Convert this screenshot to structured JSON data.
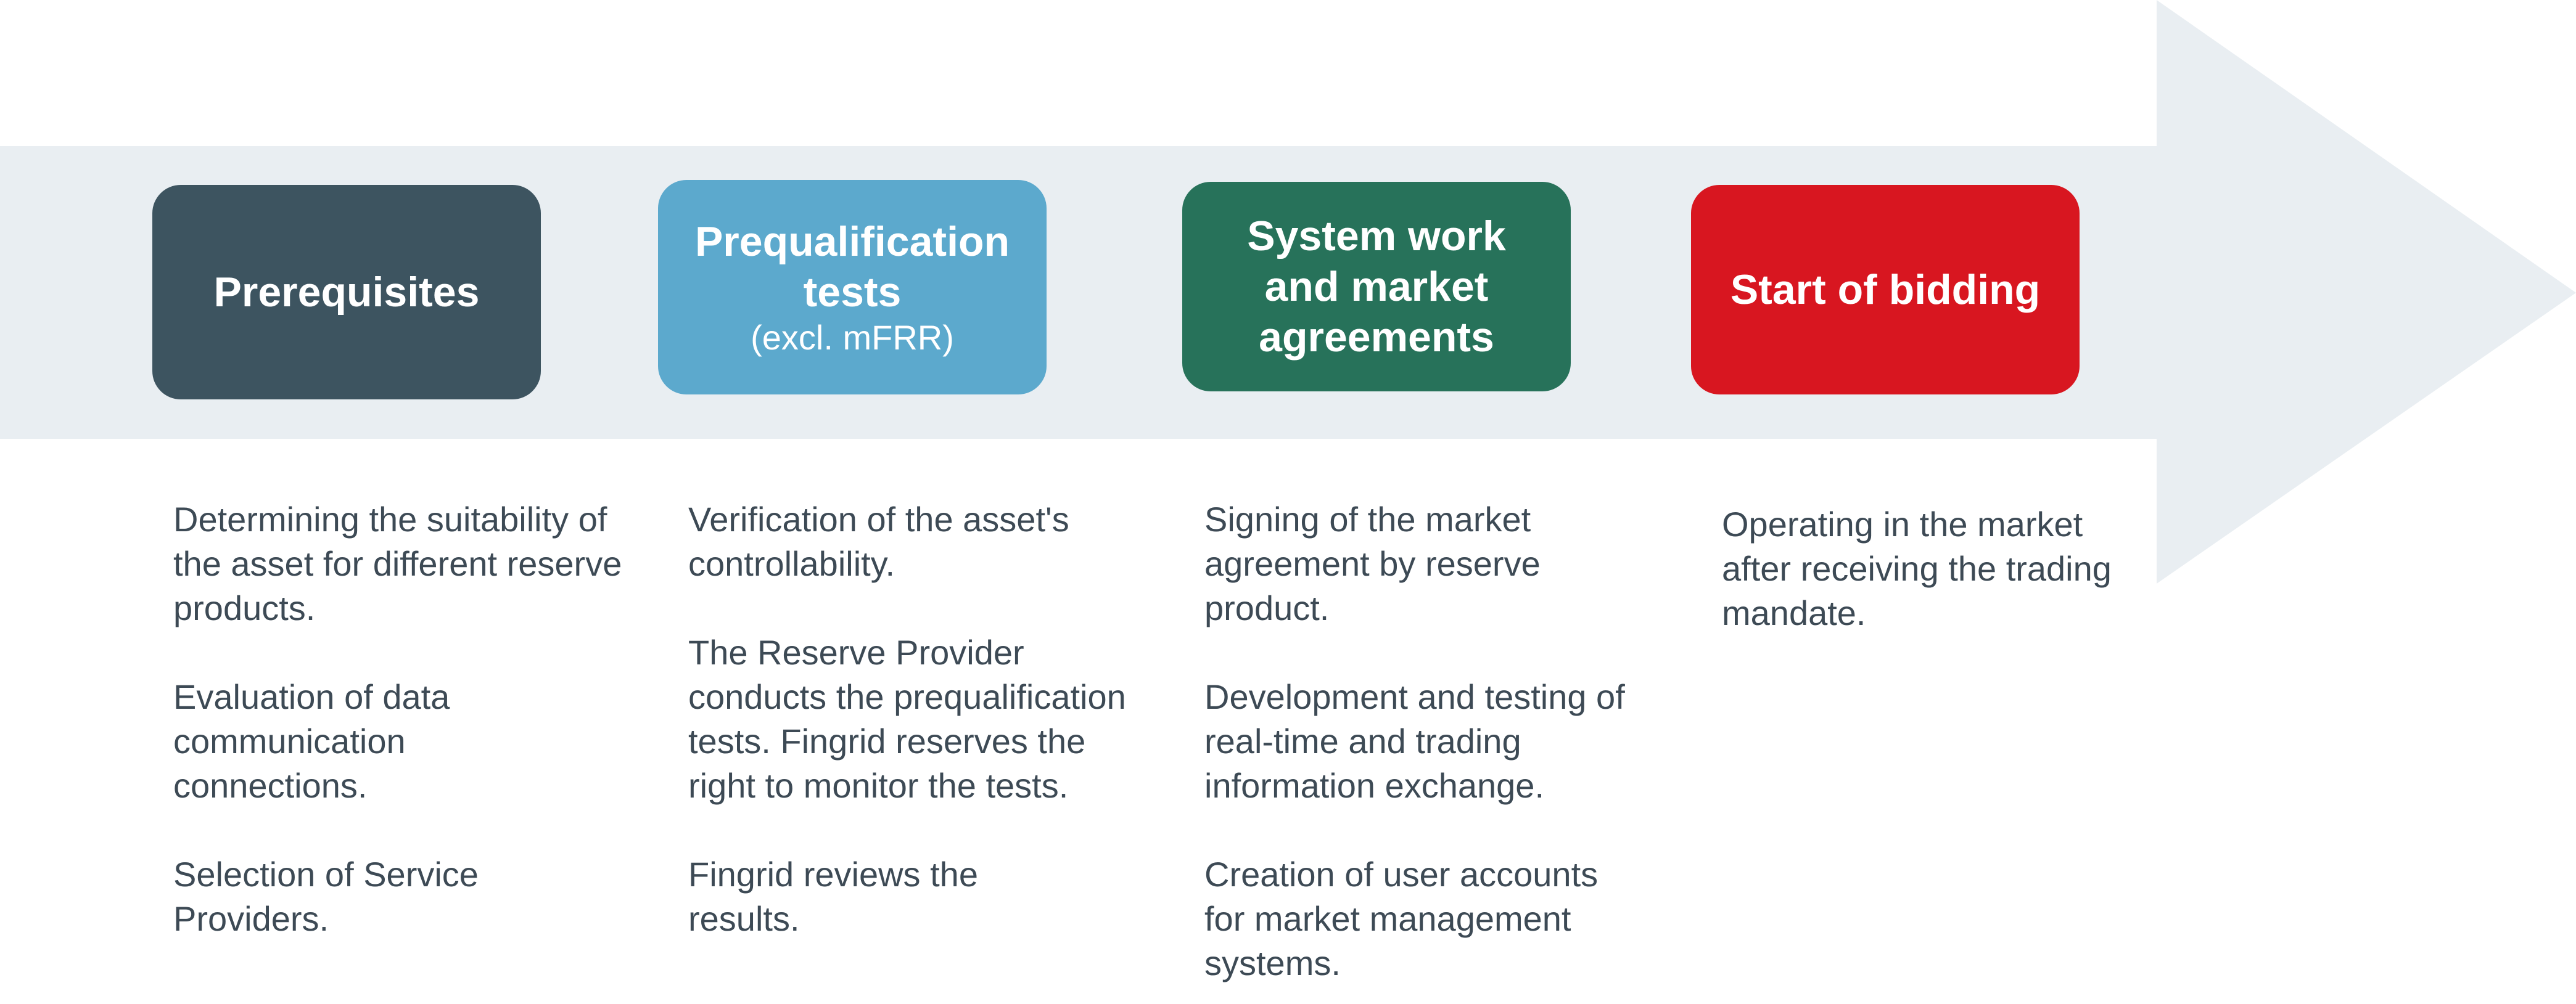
{
  "colors": {
    "arrow": "#e9eef2",
    "prerequisites": "#3d5460",
    "prequalification": "#5ca9cd",
    "system_work": "#27725a",
    "start_of_bidding": "#d81620",
    "body_text": "#3d4a55"
  },
  "steps": [
    {
      "title": "Prerequisites",
      "subtitle": "",
      "paragraphs": [
        "Determining the suitability of the asset for different reserve products.",
        "Evaluation of data communication connections.",
        "Selection of Service Providers."
      ]
    },
    {
      "title": "Prequalification tests",
      "subtitle": "(excl. mFRR)",
      "paragraphs": [
        "Verification of the asset's controllability.",
        "The Reserve Provider conducts the prequalification tests. Fingrid reserves the right to monitor the tests.",
        "Fingrid reviews the results."
      ]
    },
    {
      "title": "System work and market agreements",
      "subtitle": "",
      "paragraphs": [
        "Signing of the market agreement by reserve product.",
        "Development and testing of real-time and trading information exchange.",
        "Creation of user accounts for market management systems."
      ]
    },
    {
      "title": "Start of bidding",
      "subtitle": "",
      "paragraphs": [
        "Operating in the market after receiving the trading mandate."
      ]
    }
  ]
}
